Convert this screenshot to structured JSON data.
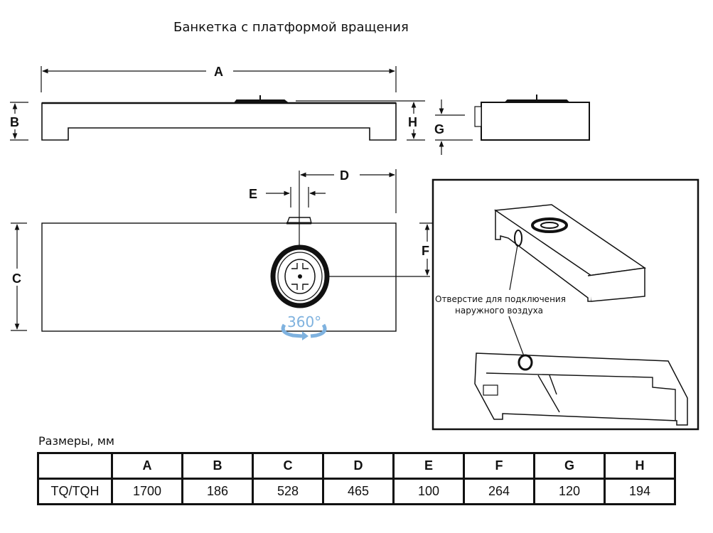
{
  "title": "Банкетка с платформой вращения",
  "dimension_labels": {
    "A": "A",
    "B": "B",
    "C": "C",
    "D": "D",
    "E": "E",
    "F": "F",
    "G": "G",
    "H": "H"
  },
  "rotation_label": "360°",
  "inset": {
    "callout_line1": "Отверстие для подключения",
    "callout_line2": "наружного воздуха"
  },
  "table": {
    "caption": "Размеры, мм",
    "headers": [
      "",
      "A",
      "B",
      "C",
      "D",
      "E",
      "F",
      "G",
      "H"
    ],
    "rows": [
      {
        "model": "TQ/TQH",
        "values": [
          "1700",
          "186",
          "528",
          "465",
          "100",
          "264",
          "120",
          "194"
        ]
      }
    ]
  },
  "colors": {
    "line": "#111111",
    "rotation_arrow": "#7fb2df"
  }
}
